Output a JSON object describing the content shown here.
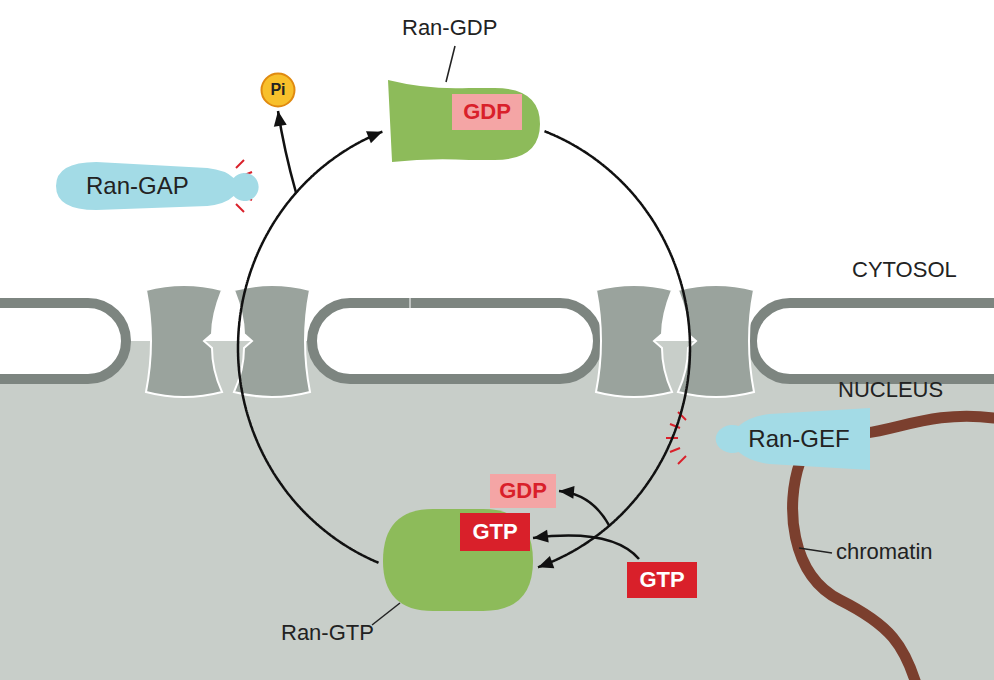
{
  "diagram": {
    "nodes": [
      {
        "text": [
          "Ran-GDP"
        ]
      },
      {
        "text": [
          "GDP"
        ],
        "in": 0
      },
      {
        "text": [
          "Ran-GAP"
        ]
      },
      {
        "text": [
          "Pi"
        ]
      },
      {
        "text": [
          "Ran-GTP"
        ]
      },
      {
        "text": [
          "GTP"
        ],
        "in": 4
      },
      {
        "text": [
          "GDP"
        ]
      },
      {
        "text": [
          "GTP"
        ]
      },
      {
        "text": [
          "Ran-GEF"
        ]
      }
    ],
    "edges": [
      {
        "from": 4,
        "to": 0,
        "arrow": "to"
      },
      {
        "from": 0,
        "to": 4,
        "arrow": "to"
      },
      {
        "from": 4,
        "to": 3,
        "arrow": "to"
      },
      {
        "from": 0,
        "to": 6,
        "arrow": "to"
      },
      {
        "from": 7,
        "to": 5,
        "arrow": "to"
      }
    ],
    "labels": [
      "CYTOSOL",
      "NUCLEUS",
      "chromatin"
    ]
  }
}
